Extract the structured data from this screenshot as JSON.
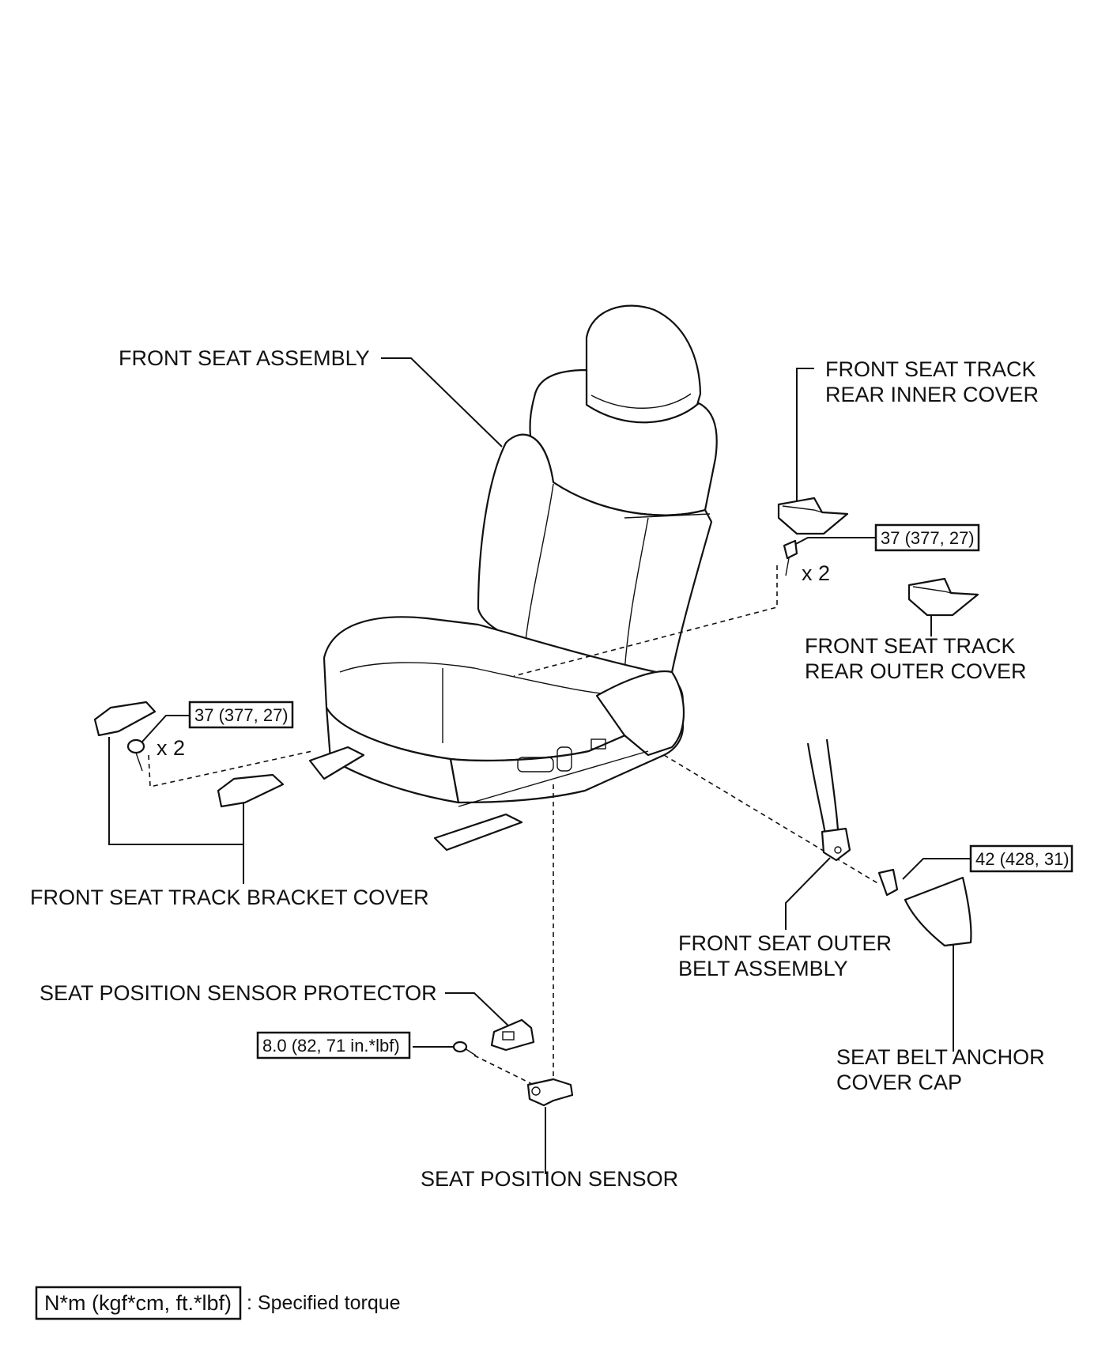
{
  "labels": {
    "front_seat_assembly": "FRONT SEAT ASSEMBLY",
    "track_rear_inner_cover": [
      "FRONT SEAT TRACK",
      "REAR INNER COVER"
    ],
    "track_rear_outer_cover": [
      "FRONT SEAT TRACK",
      "REAR OUTER COVER"
    ],
    "track_bracket_cover": "FRONT SEAT TRACK BRACKET COVER",
    "outer_belt_assembly": [
      "FRONT SEAT OUTER",
      "BELT ASSEMBLY"
    ],
    "seat_position_sensor_protector": "SEAT POSITION SENSOR PROTECTOR",
    "seat_belt_anchor_cover_cap": [
      "SEAT BELT ANCHOR",
      "COVER CAP"
    ],
    "seat_position_sensor": "SEAT POSITION SENSOR"
  },
  "torques": {
    "rear_cover_bolt": "37 (377, 27)",
    "bracket_cover_bolt": "37 (377, 27)",
    "belt_anchor_bolt": "42 (428, 31)",
    "sensor_bolt": "8.0 (82, 71 in.*lbf)"
  },
  "quantities": {
    "rear_cover_bolts": "x 2",
    "bracket_cover_bolts": "x 2"
  },
  "legend": {
    "box_text": "N*m (kgf*cm, ft.*lbf)",
    "description": ": Specified torque"
  }
}
